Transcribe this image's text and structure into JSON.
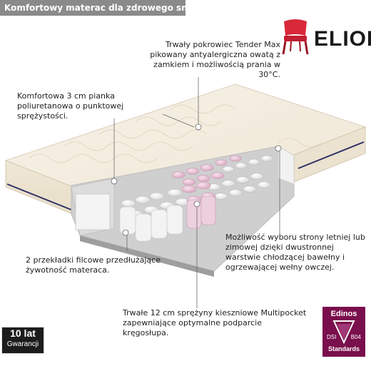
{
  "banner": {
    "title": "Komfortowy materac dla zdrowego snu"
  },
  "logo": {
    "brand": "ELIOR"
  },
  "callouts": {
    "cover": "Trwały pokrowiec Tender Max pikowany antyalergiczna owatą z zamkiem i możliwością prania w 30°C.",
    "foam": "Komfortowa 3 cm pianka poliuretanowa o punktowej sprężystości.",
    "side": "Możliwość wyboru strony letniej lub zimowej dzięki dwustronnej warstwie chłodzącej bawełny i ogrzewającej wełny owczej.",
    "felt": "2 przekładki filcowe przedłużające żywotność materaca.",
    "springs": "Trwałe 12 cm sprężyny kieszniowe Multipocket zapewniające optymalne podparcie kręgosłupa."
  },
  "warranty": {
    "line1": "10 lat",
    "line2": "Gwarancji"
  },
  "badge": {
    "top": "Edinos",
    "left": "DSI",
    "right": "B04",
    "bottom": "Standards"
  },
  "colors": {
    "banner": "#8a8a8a",
    "badge": "#7a0f4d",
    "spring_pink": "#e6b9cf",
    "piping": "#2d2f66"
  }
}
